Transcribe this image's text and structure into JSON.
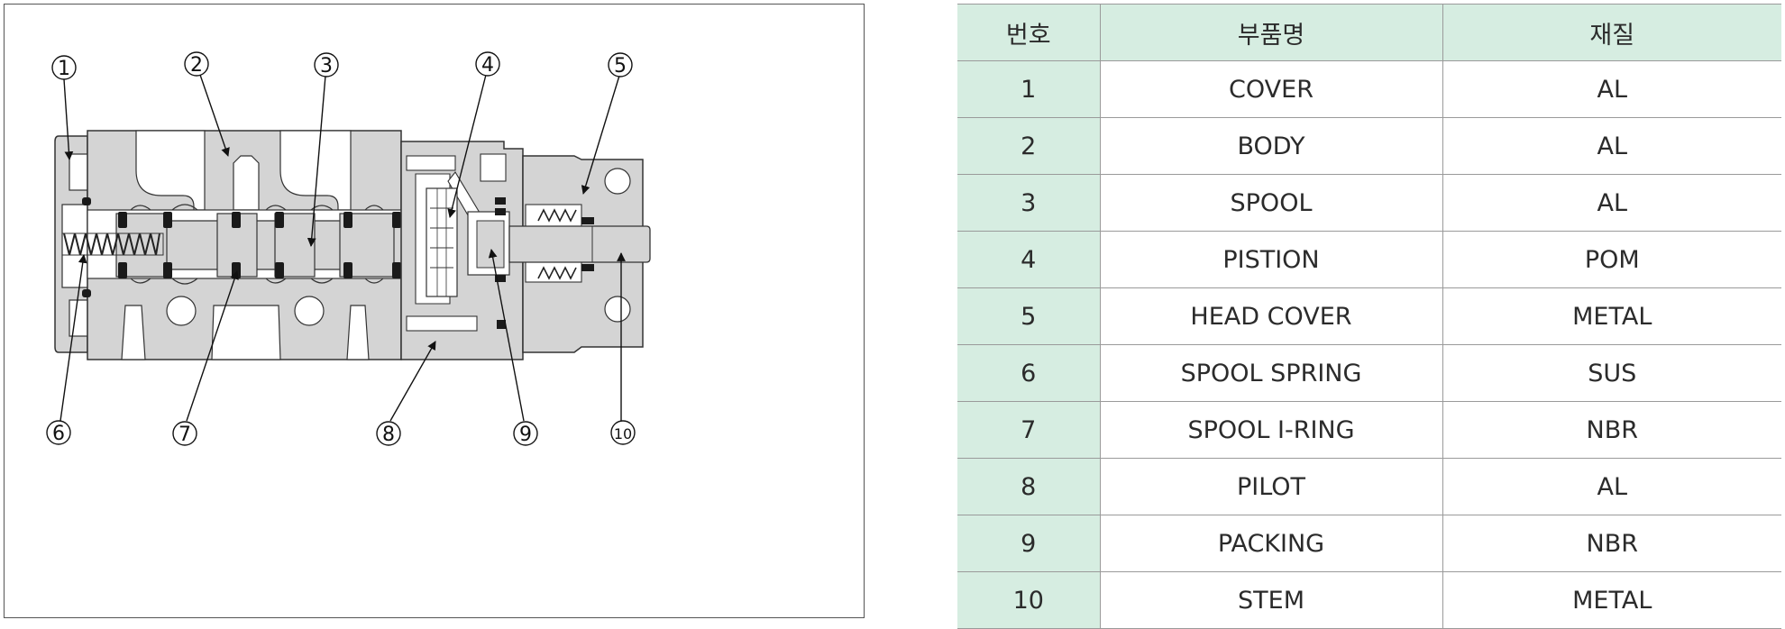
{
  "diagram": {
    "callouts": [
      "1",
      "2",
      "3",
      "4",
      "5",
      "6",
      "7",
      "8",
      "9",
      "10"
    ]
  },
  "table": {
    "headers": [
      "번호",
      "부품명",
      "재질"
    ],
    "rows": [
      {
        "no": "1",
        "name": "COVER",
        "material": "AL"
      },
      {
        "no": "2",
        "name": "BODY",
        "material": "AL"
      },
      {
        "no": "3",
        "name": "SPOOL",
        "material": "AL"
      },
      {
        "no": "4",
        "name": "PISTION",
        "material": "POM"
      },
      {
        "no": "5",
        "name": "HEAD COVER",
        "material": "METAL"
      },
      {
        "no": "6",
        "name": "SPOOL SPRING",
        "material": "SUS"
      },
      {
        "no": "7",
        "name": "SPOOL I-RING",
        "material": "NBR"
      },
      {
        "no": "8",
        "name": "PILOT",
        "material": "AL"
      },
      {
        "no": "9",
        "name": "PACKING",
        "material": "NBR"
      },
      {
        "no": "10",
        "name": "STEM",
        "material": "METAL"
      }
    ]
  },
  "colors": {
    "body_fill": "#d4d4d4",
    "edge": "#333333",
    "seal": "#1a1a1a",
    "header_bg": "#d6ede1"
  }
}
